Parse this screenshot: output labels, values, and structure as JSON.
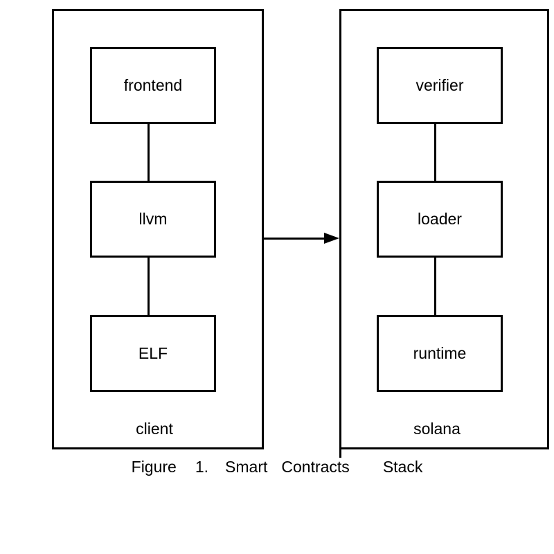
{
  "diagram": {
    "colors": {
      "line": "#000000",
      "background": "#ffffff",
      "text": "#000000"
    },
    "groups": [
      {
        "label": "client",
        "nodes": [
          {
            "label": "frontend"
          },
          {
            "label": "llvm"
          },
          {
            "label": "ELF"
          }
        ]
      },
      {
        "label": "solana",
        "nodes": [
          {
            "label": "verifier"
          },
          {
            "label": "loader"
          },
          {
            "label": "runtime"
          }
        ]
      }
    ],
    "edges": [
      {
        "from": "frontend",
        "to": "llvm",
        "style": "line"
      },
      {
        "from": "llvm",
        "to": "ELF",
        "style": "line"
      },
      {
        "from": "verifier",
        "to": "loader",
        "style": "line"
      },
      {
        "from": "loader",
        "to": "runtime",
        "style": "line"
      },
      {
        "from": "client",
        "to": "solana",
        "style": "arrow"
      }
    ],
    "caption": {
      "words": [
        "Figure",
        "1.",
        "Smart",
        "Contracts",
        "Stack"
      ]
    }
  }
}
